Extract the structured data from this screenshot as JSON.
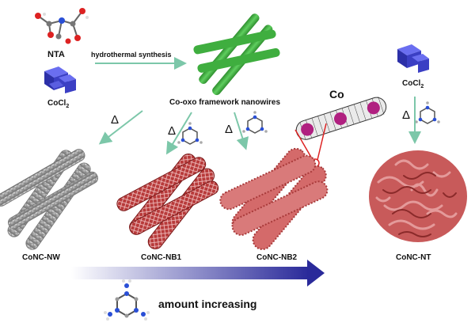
{
  "labels": {
    "nta": "NTA",
    "cocl2_left": "CoCl",
    "cocl2_right": "CoCl",
    "cocl2_sub": "2",
    "hydrothermal": "hydrothermal synthesis",
    "framework": "Co-oxo framework nanowires",
    "co": "Co",
    "delta": "Δ",
    "amount": "amount increasing"
  },
  "products": [
    {
      "name": "CoNC-NW"
    },
    {
      "name": "CoNC-NB1"
    },
    {
      "name": "CoNC-NB2"
    },
    {
      "name": "CoNC-NT"
    }
  ],
  "colors": {
    "green_rod": "#3fae3f",
    "grey_rod": "#b5b5b5",
    "red_rod": "#c24545",
    "pink_fuzzy": "#d46a6a",
    "cube_blue": "#3b3fc4",
    "gradient_start": "#ffffff",
    "gradient_end": "#2a2a9a",
    "arrow_green": "#7cc7a9",
    "co_magenta": "#b02080"
  }
}
